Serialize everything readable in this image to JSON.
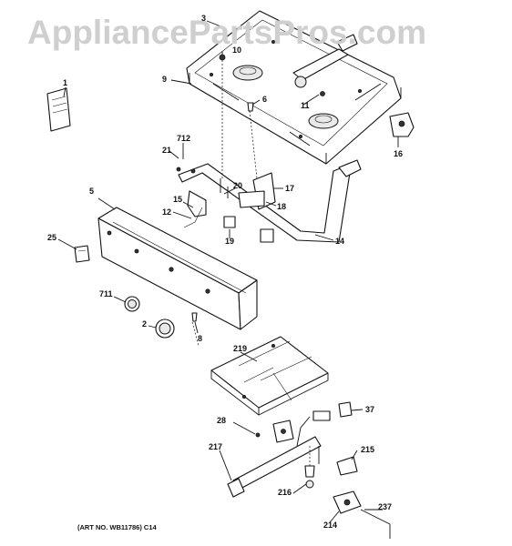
{
  "watermark": "AppliancePartsPros.com",
  "art_number": "(ART NO. WB11786) C14",
  "labels": {
    "l1": "1",
    "l2": "2",
    "l3": "3",
    "l5": "5",
    "l6": "6",
    "l8": "8",
    "l9": "9",
    "l10": "10",
    "l11": "11",
    "l12": "12",
    "l14": "14",
    "l15": "15",
    "l16": "16",
    "l17": "17",
    "l18": "18",
    "l19": "19",
    "l20": "20",
    "l21": "21",
    "l25": "25",
    "l28": "28",
    "l37": "37",
    "l214": "214",
    "l215": "215",
    "l216": "216",
    "l217": "217",
    "l219": "219",
    "l237": "237",
    "l711": "711",
    "l712": "712"
  }
}
